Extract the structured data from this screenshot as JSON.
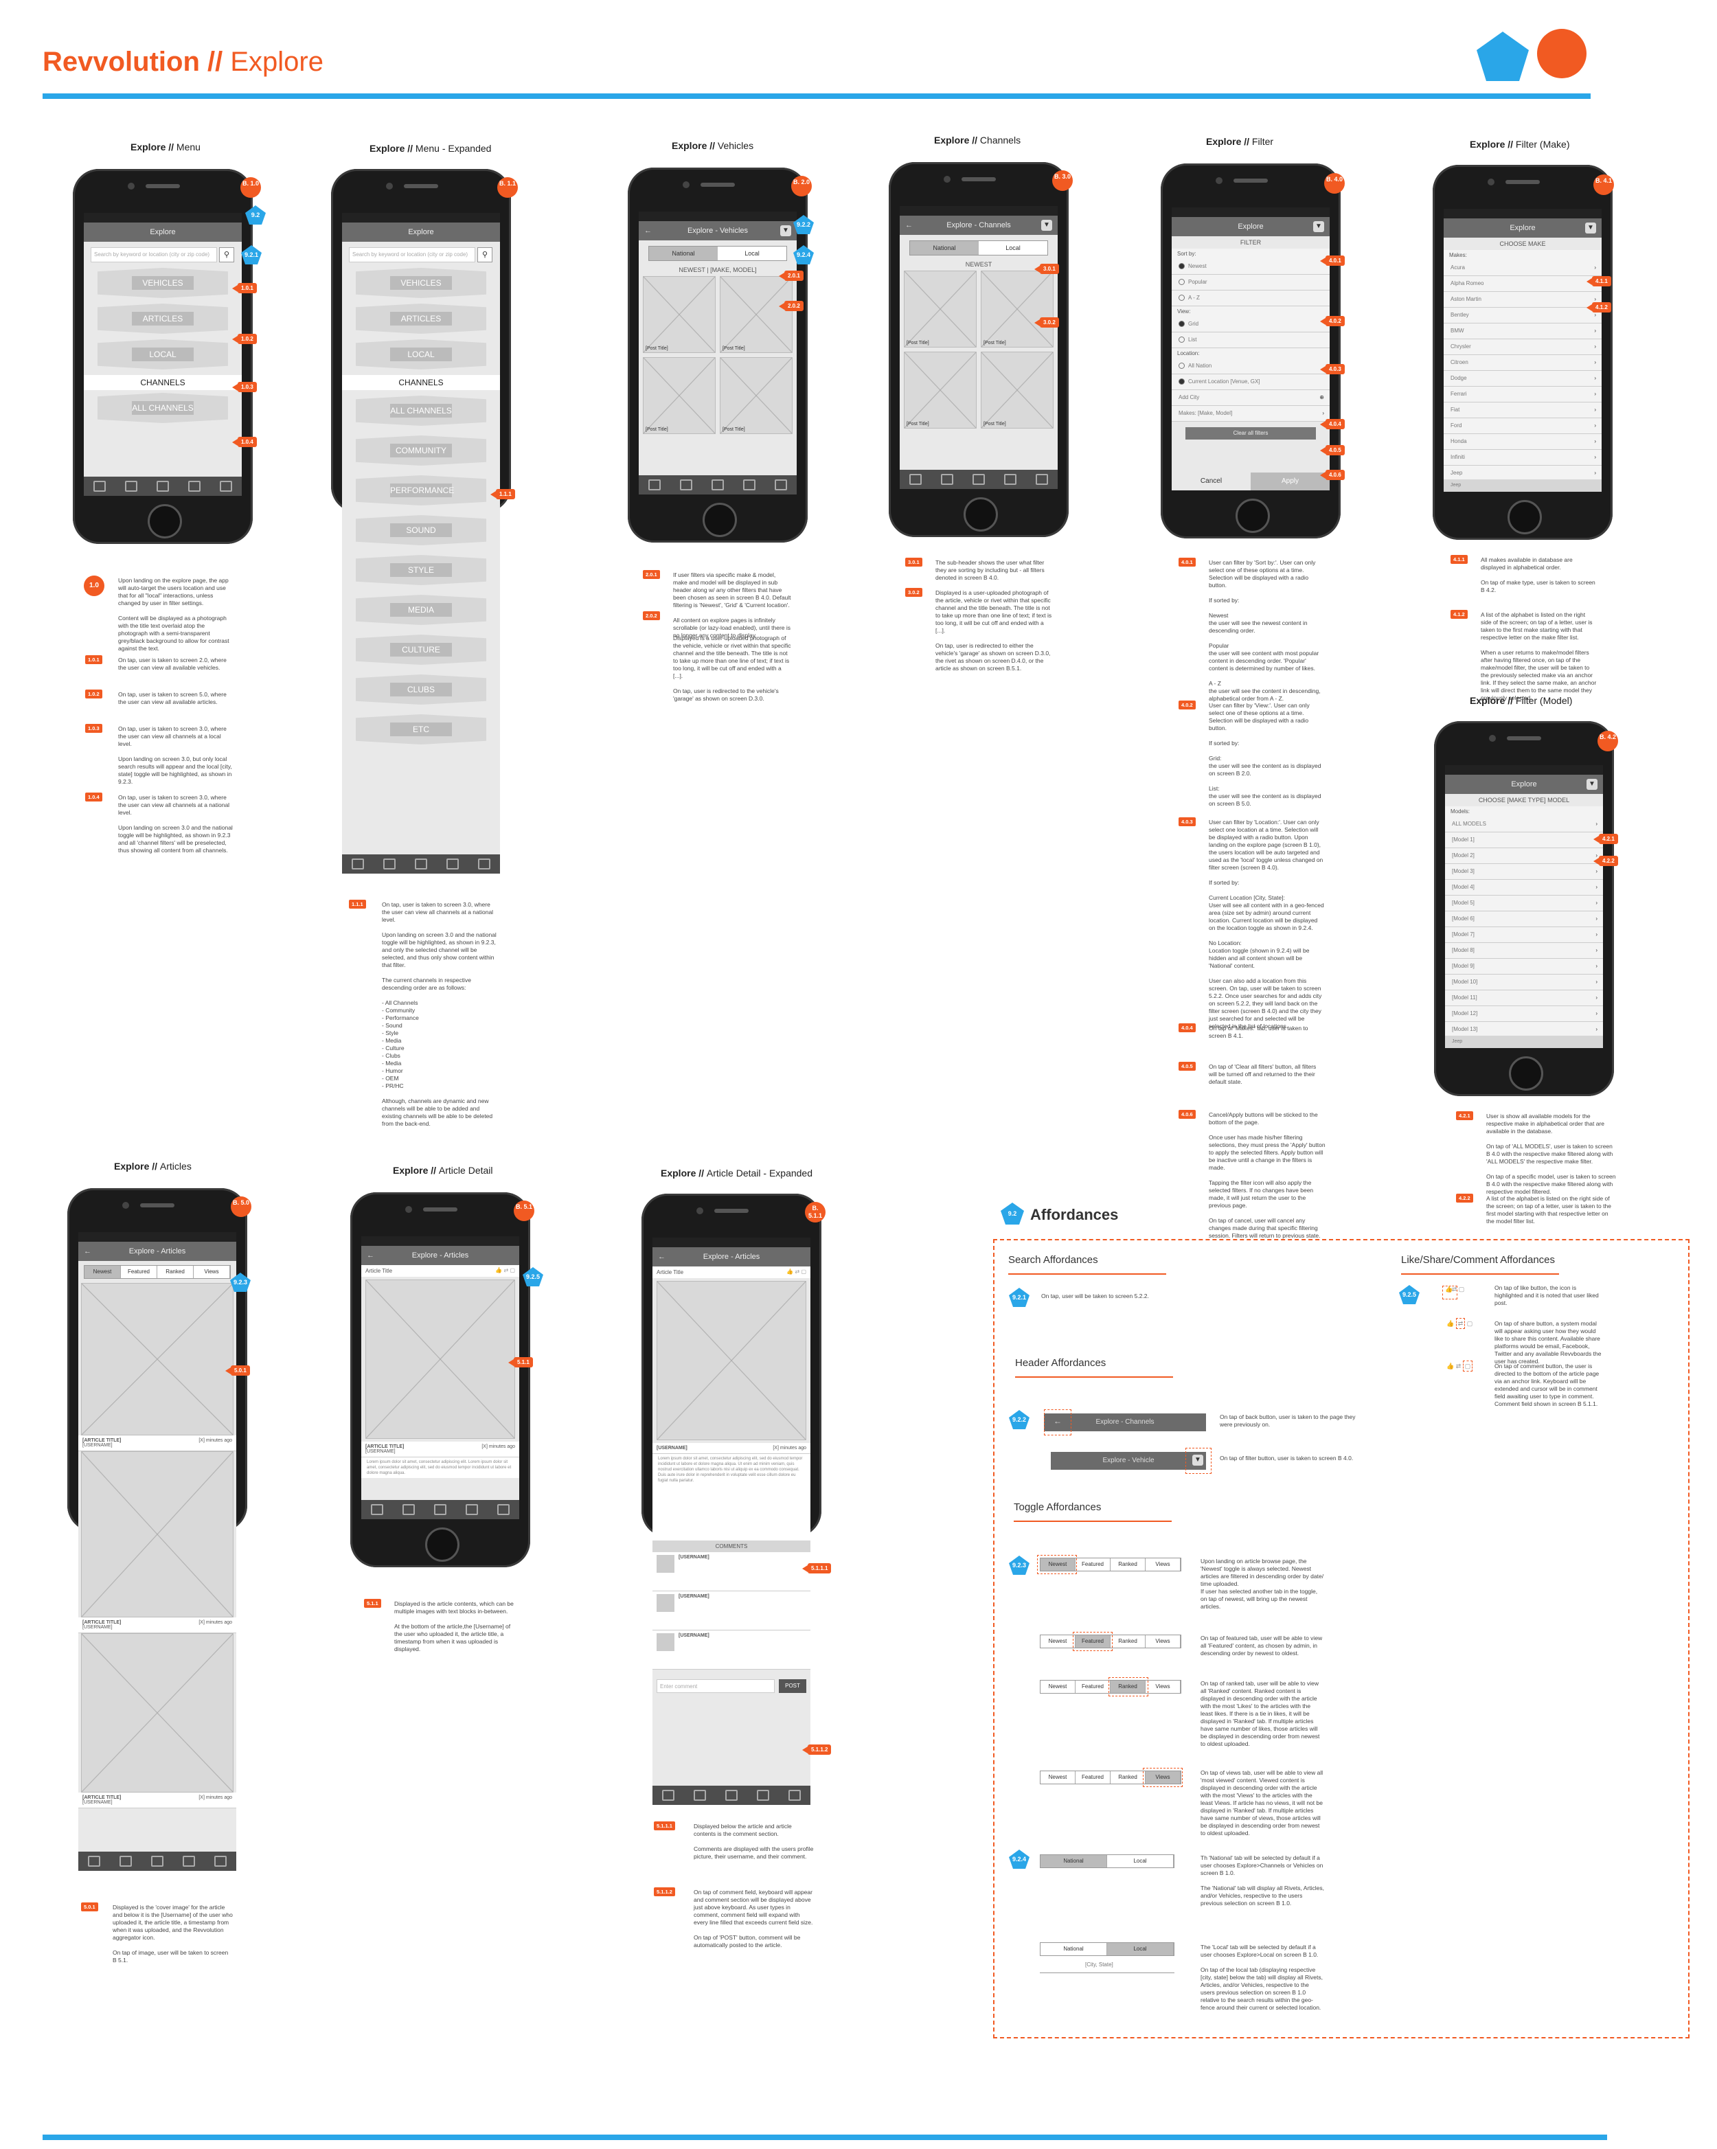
{
  "header": {
    "brand": "Revvolution",
    "sep": " // ",
    "section": "Explore"
  },
  "colors": {
    "accent_orange": "#f15a22",
    "accent_blue": "#2aa6e8"
  },
  "screens": [
    {
      "title_a": "Explore",
      "title_b": "Menu",
      "badge": "B. 1.0"
    },
    {
      "title_a": "Explore",
      "title_b": "Menu - Expanded",
      "badge": "B. 1.1"
    },
    {
      "title_a": "Explore",
      "title_b": "Vehicles",
      "badge": "B. 2.0"
    },
    {
      "title_a": "Explore",
      "title_b": "Channels",
      "badge": "B. 3.0"
    },
    {
      "title_a": "Explore",
      "title_b": "Filter",
      "badge": "B. 4.0"
    },
    {
      "title_a": "Explore",
      "title_b": "Filter (Make)",
      "badge": "B. 4.1"
    },
    {
      "title_a": "Explore",
      "title_b": "Filter (Model)",
      "badge": "B. 4.2"
    },
    {
      "title_a": "Explore",
      "title_b": "Articles",
      "badge": "B. 5.0"
    },
    {
      "title_a": "Explore",
      "title_b": "Article Detail",
      "badge": "B. 5.1"
    },
    {
      "title_a": "Explore",
      "title_b": "Article Detail - Expanded",
      "badge": "B. 5.1.1"
    }
  ],
  "menu": {
    "header": "Explore",
    "search_placeholder": "Search by keyword or location (city or zip code)",
    "items": [
      "VEHICLES",
      "ARTICLES",
      "LOCAL",
      "CHANNELS",
      "ALL CHANNELS"
    ],
    "expanded_items": [
      "VEHICLES",
      "ARTICLES",
      "LOCAL",
      "CHANNELS",
      "ALL CHANNELS",
      "COMMUNITY",
      "PERFORMANCE",
      "SOUND",
      "STYLE",
      "MEDIA",
      "CULTURE",
      "CLUBS",
      "ETC"
    ]
  },
  "vehicles": {
    "header": "Explore - Vehicles",
    "toggle": [
      "National",
      "Local"
    ],
    "sub": "NEWEST | [MAKE, MODEL]",
    "tile": "[Post Title]"
  },
  "channels": {
    "header": "Explore - Channels",
    "toggle": [
      "National",
      "Local"
    ],
    "sub": "NEWEST",
    "tile": "[Post Title]"
  },
  "filter": {
    "header": "Explore",
    "title": "FILTER",
    "sort_label": "Sort by:",
    "sort": [
      "Newest",
      "Popular",
      "A - Z"
    ],
    "view_label": "View:",
    "view": [
      "Grid",
      "List"
    ],
    "location_label": "Location:",
    "location": [
      "All Nation",
      "Current Location [Venue, GX]",
      "Add City"
    ],
    "makes": "Makes:   [Make, Model]",
    "clear": "Clear all filters",
    "cancel": "Cancel",
    "apply": "Apply"
  },
  "filter_make": {
    "header": "Explore",
    "title": "CHOOSE MAKE",
    "label": "Makes:",
    "makes": [
      "Acura",
      "Alpha Romeo",
      "Aston Martin",
      "Bentley",
      "BMW",
      "Chrysler",
      "Citroen",
      "Dodge",
      "Ferrari",
      "Fiat",
      "Ford",
      "Honda",
      "Infiniti",
      "Jeep"
    ],
    "footer": "Jeep"
  },
  "filter_model": {
    "header": "Explore",
    "title": "CHOOSE [MAKE TYPE] MODEL",
    "label": "Models:",
    "models": [
      "ALL MODELS",
      "[Model 1]",
      "[Model 2]",
      "[Model 3]",
      "[Model 4]",
      "[Model 5]",
      "[Model 6]",
      "[Model 7]",
      "[Model 8]",
      "[Model 9]",
      "[Model 10]",
      "[Model 11]",
      "[Model 12]",
      "[Model 13]"
    ],
    "footer": "Jeep"
  },
  "articles": {
    "header": "Explore - Articles",
    "tabs": [
      "Newest",
      "Featured",
      "Ranked",
      "Views"
    ],
    "item_title": "[ARTICLE TITLE]",
    "item_user": "[USERNAME]",
    "item_time": "[X] minutes ago"
  },
  "detail": {
    "header": "Explore - Articles",
    "article_title": "Article Title",
    "item_title": "[ARTICLE TITLE]",
    "item_user": "[USERNAME]",
    "item_time": "[X] minutes ago",
    "comments": "COMMENTS",
    "comment_placeholder": "Enter comment",
    "post": "POST",
    "comment_user": "[USERNAME]"
  },
  "pills": {
    "s1": [
      "1.0.1",
      "1.0.2",
      "1.0.3",
      "1.0.4"
    ],
    "s1b": [
      "9.2",
      "9.2.1"
    ],
    "s2": [
      "1.1.1"
    ],
    "s3": [
      "2.0.1",
      "2.0.2"
    ],
    "s3b": [
      "9.2.2",
      "9.2.4"
    ],
    "s4": [
      "3.0.1",
      "3.0.2"
    ],
    "s5": [
      "4.0.1",
      "4.0.2",
      "4.0.3",
      "4.0.4",
      "4.0.5",
      "4.0.6"
    ],
    "s6": [
      "4.1.1",
      "4.1.2"
    ],
    "s7": [
      "4.2.1",
      "4.2.2"
    ],
    "s8": [
      "5.0.1"
    ],
    "s8b": [
      "9.2.3"
    ],
    "s9": [
      "5.1.1"
    ],
    "s9b": [
      "9.2.5"
    ],
    "s10": [
      "5.1.1.1",
      "5.1.1.2"
    ]
  },
  "notes": {
    "n1_0": "Upon landing on the explore page, the app will auto-target the users location and use that for all \"local\" interactions, unless changed by user in filter settings.\n\nContent will be displayed as a photograph with the title text overlaid atop the photograph with a semi-transparent grey/black background to allow for contrast against the text.",
    "n1_0_1": "On tap, user is taken to screen 2.0, where the user can view all available vehicles.",
    "n1_0_2": "On tap, user is taken to screen 5.0, where the user can view all available articles.",
    "n1_0_3": "On tap, user is taken to screen 3.0, where the user can view all channels at a local level.\n\nUpon landing on screen 3.0, but only local search results will appear and the local [city, state] toggle will be highlighted, as shown in 9.2.3.",
    "n1_0_4": "On tap, user is taken to screen 3.0, where the user can view all channels at a national level.\n\nUpon landing on screen 3.0 and the national toggle will be highlighted, as shown in 9.2.3 and all 'channel filters' will be preselected, thus showing all content from all channels.",
    "n1_1_1": "On tap, user is taken to screen 3.0, where the user can view all channels at a national level.\n\nUpon landing on screen 3.0 and the national toggle will be highlighted, as shown in 9.2.3, and only the selected channel will be selected, and thus only show content within that filter.\n\nThe current channels in respective descending order are as follows:\n\n- All Channels\n- Community\n- Performance\n- Sound\n- Style\n- Media\n- Culture\n- Clubs\n- Media\n- Humor\n- OEM\n- PR/HC\n\nAlthough, channels are dynamic and new channels will be able to be added and existing channels will be able to be deleted from the back-end.",
    "n2_0_1": "If user filters via specific make & model, make and model will be displayed in sub header along w/ any other filters that have been chosen as seen in screen B 4.0. Default filtering is 'Newest', 'Grid' & 'Current location'.\n\nAll content on explore pages is infinitely scrollable (or lazy-load enabled), until there is no longer any content to display.",
    "n2_0_2": "Displayed is a user-uploaded photograph of the vehicle, vehicle or rivet within that specific channel and the title beneath. The title is not to take up more than one line of text; if text is too long, it will be cut off and ended with a [...].\n\nOn tap, user is redirected to the vehicle's 'garage' as shown on screen D.3.0.",
    "n3_0_1": "The sub-header shows the user what filter they are sorting by including but - all filters denoted in screen B 4.0.",
    "n3_0_2": "Displayed is a user-uploaded photograph of the article, vehicle or rivet within that specific channel and the title beneath. The title is not to take up more than one line of text; if text is too long, it will be cut off and ended with a [...].\n\nOn tap, user is redirected to either the vehicle's 'garage' as shown on screen D.3.0, the rivet as shown on screen D.4.0, or the article as shown on screen B.5.1.",
    "n4_0_1": "User can filter by 'Sort by:'. User can only select one of these options at a time. Selection will be displayed with a radio button.\n\nIf sorted by:\n\nNewest\nthe user will see the newest content in descending order.\n\nPopular\nthe user will see content with most popular content in descending order. 'Popular' content is determined by number of likes.\n\nA - Z\nthe user will see the content in descending, alphabetical order from A - Z.",
    "n4_0_2": "User can filter by 'View:'. User can only select one of these options at a time. Selection will be displayed with a radio button.\n\nIf sorted by:\n\nGrid:\nthe user will see the content as is displayed on screen B 2.0.\n\nList:\nthe user will see the content as is displayed on screen B 5.0.",
    "n4_0_3": "User can filter by 'Location:'. User can only select one location at a time. Selection will be displayed with a radio button. Upon landing on the explore page (screen B 1.0), the users location will be auto targeted and used as the 'local' toggle unless changed on filter screen (screen B 4.0).\n\nIf sorted by:\n\nCurrent Location [City, State]:\nUser will see all content with in a geo-fenced area (size set by admin) around current location. Current location will be displayed on the location toggle as shown in 9.2.4.\n\nNo Location:\nLocation toggle (shown in 9.2.4) will be hidden and all content shown will be 'National' content.\n\nUser can also add a location from this screen. On tap, user will be taken to screen 5.2.2. Once user searches for and adds city on screen 5.2.2, they will land back on the filter screen (screen B 4.0) and the city they just searched for and selected will be selected in the list of locations.",
    "n4_0_4": "On tap of 'Makes:' tab, user is taken to screen B 4.1.",
    "n4_0_5": "On tap of 'Clear all filters' button, all filters will be turned off and returned to the their default state.",
    "n4_0_6": "Cancel/Apply buttons will be sticked to the bottom of the page.\n\nOnce user has made his/her filtering selections, they must press the 'Apply' button to apply the selected filters. Apply button will be inactive until a change in the filters is made.\n\nTapping the filter icon will also apply the selected filters. If no changes have been made, it will just return the user to the previous page.\n\nOn tap of cancel, user will cancel any changes made during that specific filtering session. Filters will return to previous state.",
    "n4_1_1": "All makes available in database are displayed in alphabetical order.\n\nOn tap of make type, user is taken to screen B 4.2.",
    "n4_1_2": "A list of the alphabet is listed on the right side of the screen; on tap of a letter, user is taken to the first make starting with that respective letter on the make filter list.\n\nWhen a user returns to make/model filters after having filtered once, on tap of the make/model filter, the user will be taken to the previously selected make via an anchor link. If they select the same make, an anchor link will direct them to the same model they previously selected.",
    "n4_2_1": "User is show all available models for the respective make in alphabetical order that are available in the database.\n\nOn tap of 'ALL MODELS', user is taken to screen B 4.0 with the respective make filtered along with 'ALL MODELS' the respective make filter.\n\nOn tap of a specific model, user is taken to screen B 4.0 with the respective make filtered along with respective model filtered.",
    "n4_2_2": "A list of the alphabet is listed on the right side of the screen; on tap of a letter, user is taken to the first model starting with that respective letter on the model filter list.",
    "n5_0_1": "Displayed is the 'cover image' for the article and below it is the [Username] of the user who uploaded it, the article title, a timestamp from when it was uploaded, and the Revvolution aggregator icon.\n\nOn tap of image, user will be taken to screen B 5.1.",
    "n5_1_1": "Displayed is the article contents, which can be multiple images with text blocks in-between.\n\nAt the bottom of the article,the [Username] of the user who uploaded it, the article title, a timestamp from when it was uploaded is displayed.",
    "n5_1_1_1": "Displayed below the article and article contents is the comment section.\n\nComments are displayed with the users profile picture, their username, and their comment.",
    "n5_1_1_2": "On tap of comment field, keyboard will appear and comment section will be displayed above just above keyboard. As user types in comment, comment field will expand with every line filled that exceeds current field size.\n\nOn tap of 'POST' button, comment will be automatically posted to the article."
  },
  "afford": {
    "badge": "9.2",
    "title": "Affordances",
    "search_title": "Search Affordances",
    "search_badge": "9.2.1",
    "search_note": "On tap, user will be taken to screen 5.2.2.",
    "header_title": "Header Affordances",
    "header_badge": "9.2.2",
    "header_btn1": "Explore - Channels",
    "header_note1": "On tap of back button, user is taken to the page they were previously on.",
    "header_btn2": "Explore - Vehicle",
    "header_note2": "On tap of filter button, user is taken to screen B 4.0.",
    "toggle_title": "Toggle Affordances",
    "toggle_badge": "9.2.3",
    "toggle_badge2": "9.2.4",
    "tabs": [
      "Newest",
      "Featured",
      "Ranked",
      "Views"
    ],
    "toggle_note1": "Upon landing on article browse page, the 'Newest' toggle is always selected. Newest articles are filtered in descending order by date/ time uploaded.\nIf user has selected another tab in the toggle, on tap of newest, will bring up the newest articles.",
    "toggle_note2": "On tap of featured tab, user will be able to view all 'Featured' content, as chosen by admin, in descending order by newest to oldest.",
    "toggle_note3": "On tap of ranked tab, user will be able to view all 'Ranked' content. Ranked content is displayed in descending order with the article with the most 'Likes' to the articles with the least likes. If there is a tie in likes, it will be displayed in 'Ranked' tab. If multiple articles have same number of likes, those articles will be displayed in descending order from newest to oldest uploaded.",
    "toggle_note4": "On tap of views tab, user will be able to view all 'most viewed' content. Viewed content is displayed in descending order with the article with the most 'Views' to the articles with the least Views. If article has no views, it will not be displayed in 'Ranked' tab. If multiple articles have same number of views, those articles will be displayed in descending order from newest to oldest uploaded.",
    "loc_toggle": [
      "National",
      "Local"
    ],
    "loc_city": "[City, State]",
    "loc_note1": "Th 'National' tab will be selected by default if a user chooses Explore>Channels or Vehicles on screen B 1.0.\n\nThe 'National' tab will display all Rivets, Articles, and/or Vehicles, respective to the users previous selection on screen B 1.0.",
    "loc_note2": "The 'Local' tab will be selected by default if a user chooses Explore>Local on screen B 1.0.\n\nOn tap of the local tab (displaying respective [city, state] below the tab) will display all Rivets, Articles, and/or Vehicles, respective to the users previous selection on screen B 1.0 relative to the search results within the geo-fence around their current or selected location.",
    "lsc_title": "Like/Share/Comment Affordances",
    "lsc_badge": "9.2.5",
    "lsc_note1": "On tap of like button, the icon is highlighted and it is noted that user liked post.",
    "lsc_note2": "On tap of share button, a system modal will appear asking user how they would like to share this content. Available share platforms would be email, Facebook, Twitter and any available Revvboards the user has created.",
    "lsc_note3": "On tap of comment button, the user is directed to the bottom of the article page via an anchor link. Keyboard will be extended and cursor will be in comment field awaiting user to type in comment. Comment field shown in screen B 5.1.1."
  }
}
